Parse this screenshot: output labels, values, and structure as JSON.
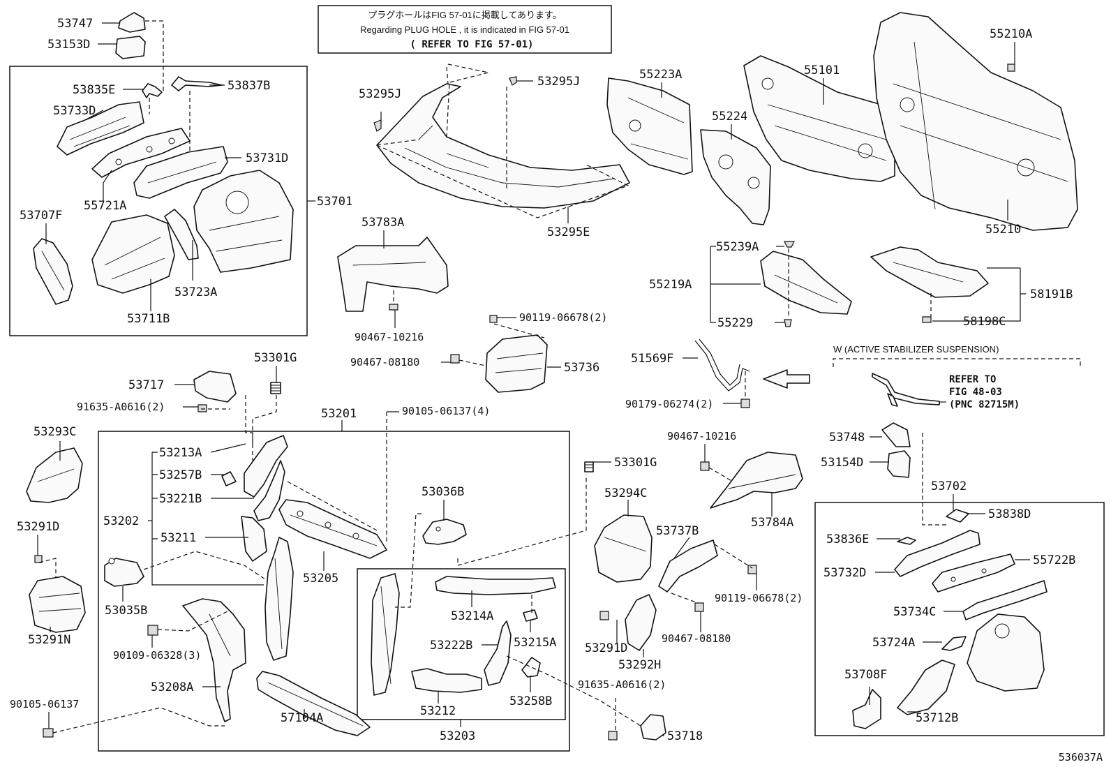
{
  "notice": {
    "line1": "プラグホールはFIG 57-01に掲載してあります。",
    "line2": "Regarding  PLUG  HOLE , it is indicated in FIG  57-01",
    "line3": "( REFER TO FIG 57-01)"
  },
  "option_note": {
    "title": "W (ACTIVE STABILIZER SUSPENSION)",
    "refer1": "REFER TO",
    "refer2": "FIG 48-03",
    "refer3": "(PNC 82715M)"
  },
  "diagram_code": "536037A",
  "labels": {
    "p53747": "53747",
    "p53153D": "53153D",
    "p53835E": "53835E",
    "p53837B": "53837B",
    "p53733D": "53733D",
    "p53731D": "53731D",
    "p55721A": "55721A",
    "p53701": "53701",
    "p53707F": "53707F",
    "p53723A": "53723A",
    "p53711B": "53711B",
    "p53295J_l": "53295J",
    "p53295J_r": "53295J",
    "p53295E": "53295E",
    "p53783A": "53783A",
    "p90467_10216_a": "90467-10216",
    "p90119_a": "90119-06678(2)",
    "p90467_08180_a": "90467-08180",
    "p53736": "53736",
    "p55223A": "55223A",
    "p55224": "55224",
    "p55101": "55101",
    "p55210A": "55210A",
    "p55210": "55210",
    "p55239A": "55239A",
    "p55219A": "55219A",
    "p55229": "55229",
    "p58191B": "58191B",
    "p58198C": "58198C",
    "p51569F": "51569F",
    "p90179": "90179-06274(2)",
    "p53301G_a": "53301G",
    "p53717": "53717",
    "p91635_a": "91635-A0616(2)",
    "p53201": "53201",
    "p90105_4": "90105-06137(4)",
    "p53293C": "53293C",
    "p53213A": "53213A",
    "p53257B": "53257B",
    "p53221B": "53221B",
    "p53202": "53202",
    "p53211": "53211",
    "p53291D_l": "53291D",
    "p53291N": "53291N",
    "p53035B": "53035B",
    "p53205": "53205",
    "p53036B": "53036B",
    "p90109": "90109-06328(3)",
    "p53208A": "53208A",
    "p90105_1": "90105-06137",
    "p57104A": "57104A",
    "p53214A": "53214A",
    "p53222B": "53222B",
    "p53215A": "53215A",
    "p53212": "53212",
    "p53258B": "53258B",
    "p53203": "53203",
    "p53301G_b": "53301G",
    "p53294C": "53294C",
    "p90467_10216_b": "90467-10216",
    "p53784A": "53784A",
    "p53737B": "53737B",
    "p90119_b": "90119-06678(2)",
    "p53291D_r": "53291D",
    "p90467_08180_b": "90467-08180",
    "p53292H": "53292H",
    "p91635_b": "91635-A0616(2)",
    "p53718": "53718",
    "p53748": "53748",
    "p53154D": "53154D",
    "p53702": "53702",
    "p53838D": "53838D",
    "p53836E": "53836E",
    "p53732D": "53732D",
    "p55722B": "55722B",
    "p53734C": "53734C",
    "p53724A": "53724A",
    "p53708F": "53708F",
    "p53712B": "53712B"
  }
}
